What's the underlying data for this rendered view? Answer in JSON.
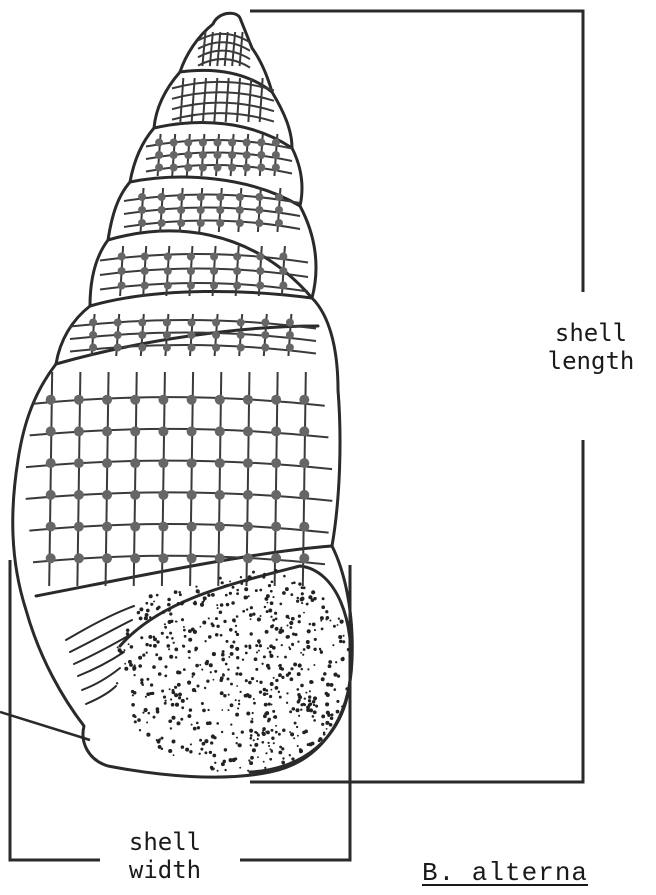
{
  "figure": {
    "length_label": "shell\nlength",
    "width_label": "shell\nwidth",
    "species_label": "B. alterna"
  },
  "colors": {
    "ink": "#2a2a2a",
    "background": "#ffffff"
  },
  "icons": [
    "gastropod-shell-illustration"
  ]
}
